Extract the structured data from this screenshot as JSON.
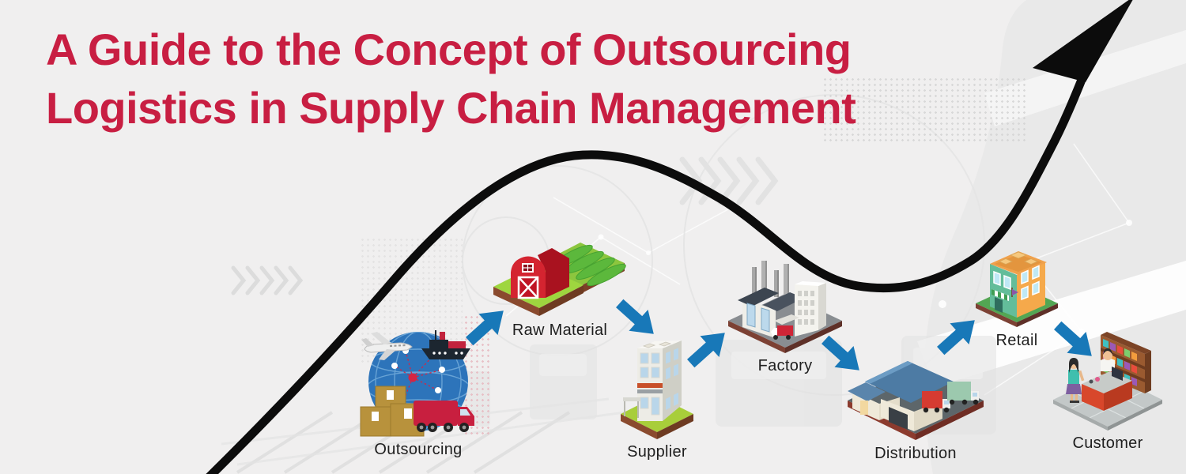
{
  "title": {
    "line1": "A Guide to the Concept of Outsourcing",
    "line2": "Logistics in Supply Chain Management"
  },
  "stages": [
    {
      "label": "Outsourcing",
      "icon": "globe-logistics-icon"
    },
    {
      "label": "Raw Material",
      "icon": "farm-barn-icon"
    },
    {
      "label": "Supplier",
      "icon": "supplier-building-icon"
    },
    {
      "label": "Factory",
      "icon": "factory-icon"
    },
    {
      "label": "Distribution",
      "icon": "warehouse-trucks-icon"
    },
    {
      "label": "Retail",
      "icon": "retail-store-icon"
    },
    {
      "label": "Customer",
      "icon": "store-checkout-icon"
    }
  ],
  "flow": {
    "connector_icon": "blue-arrow",
    "connector_color": "#1878b8",
    "growth_arrow_icon": "black-growth-curve-arrow",
    "growth_arrow_color": "#0c0c0c"
  },
  "colors": {
    "background": "#f0efef",
    "title_text": "#c81e42",
    "label_text": "#1e1e1e"
  }
}
